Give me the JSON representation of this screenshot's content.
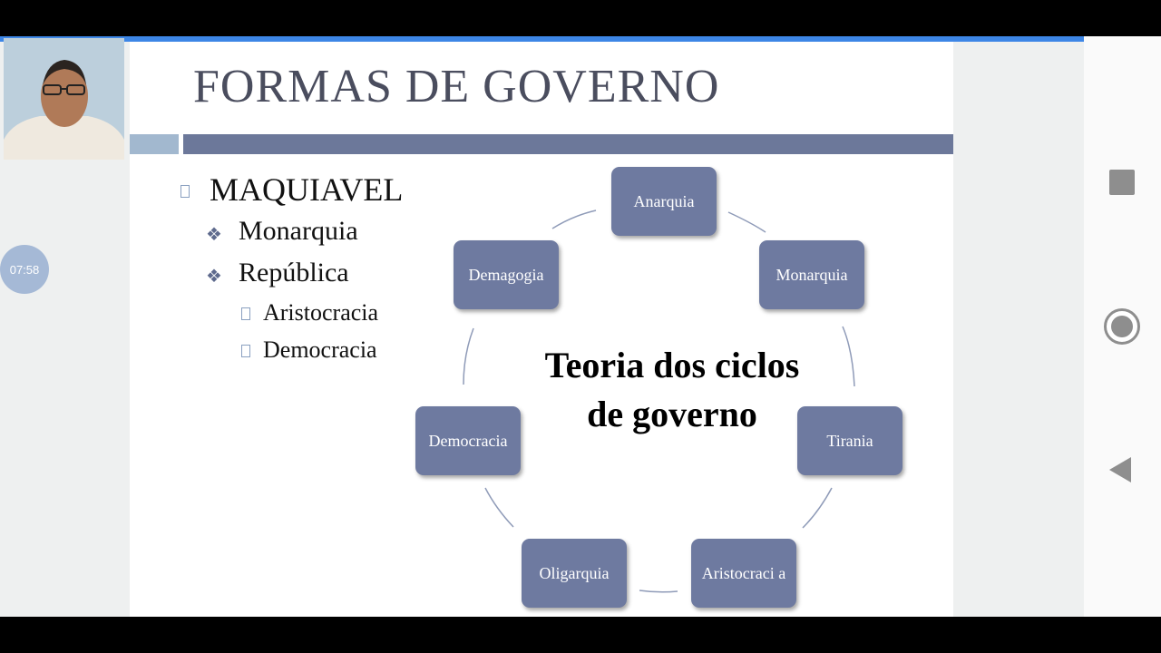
{
  "slide": {
    "title": "FORMAS DE GOVERNO",
    "bullets": {
      "level1": "MAQUIAVEL",
      "monarquia": "Monarquia",
      "republica": "República",
      "aristocracia": "Aristocracia",
      "democracia": "Democracia"
    },
    "diagram": {
      "center_line1": "Teoria dos ciclos",
      "center_line2": "de governo",
      "nodes": [
        "Anarquia",
        "Monarquia",
        "Tirania",
        "Aristocraci a",
        "Oligarquia",
        "Democracia",
        "Demagogia"
      ]
    }
  },
  "overlay": {
    "timer": "07:58"
  },
  "nav": {
    "icons": [
      "square-stop-icon",
      "record-circle-icon",
      "back-triangle-icon"
    ]
  },
  "colors": {
    "node_fill": "#6e7aa0",
    "accent_bar": "#6c789a",
    "light_bar": "#a2b8cf",
    "top_line": "#3d86e6"
  }
}
